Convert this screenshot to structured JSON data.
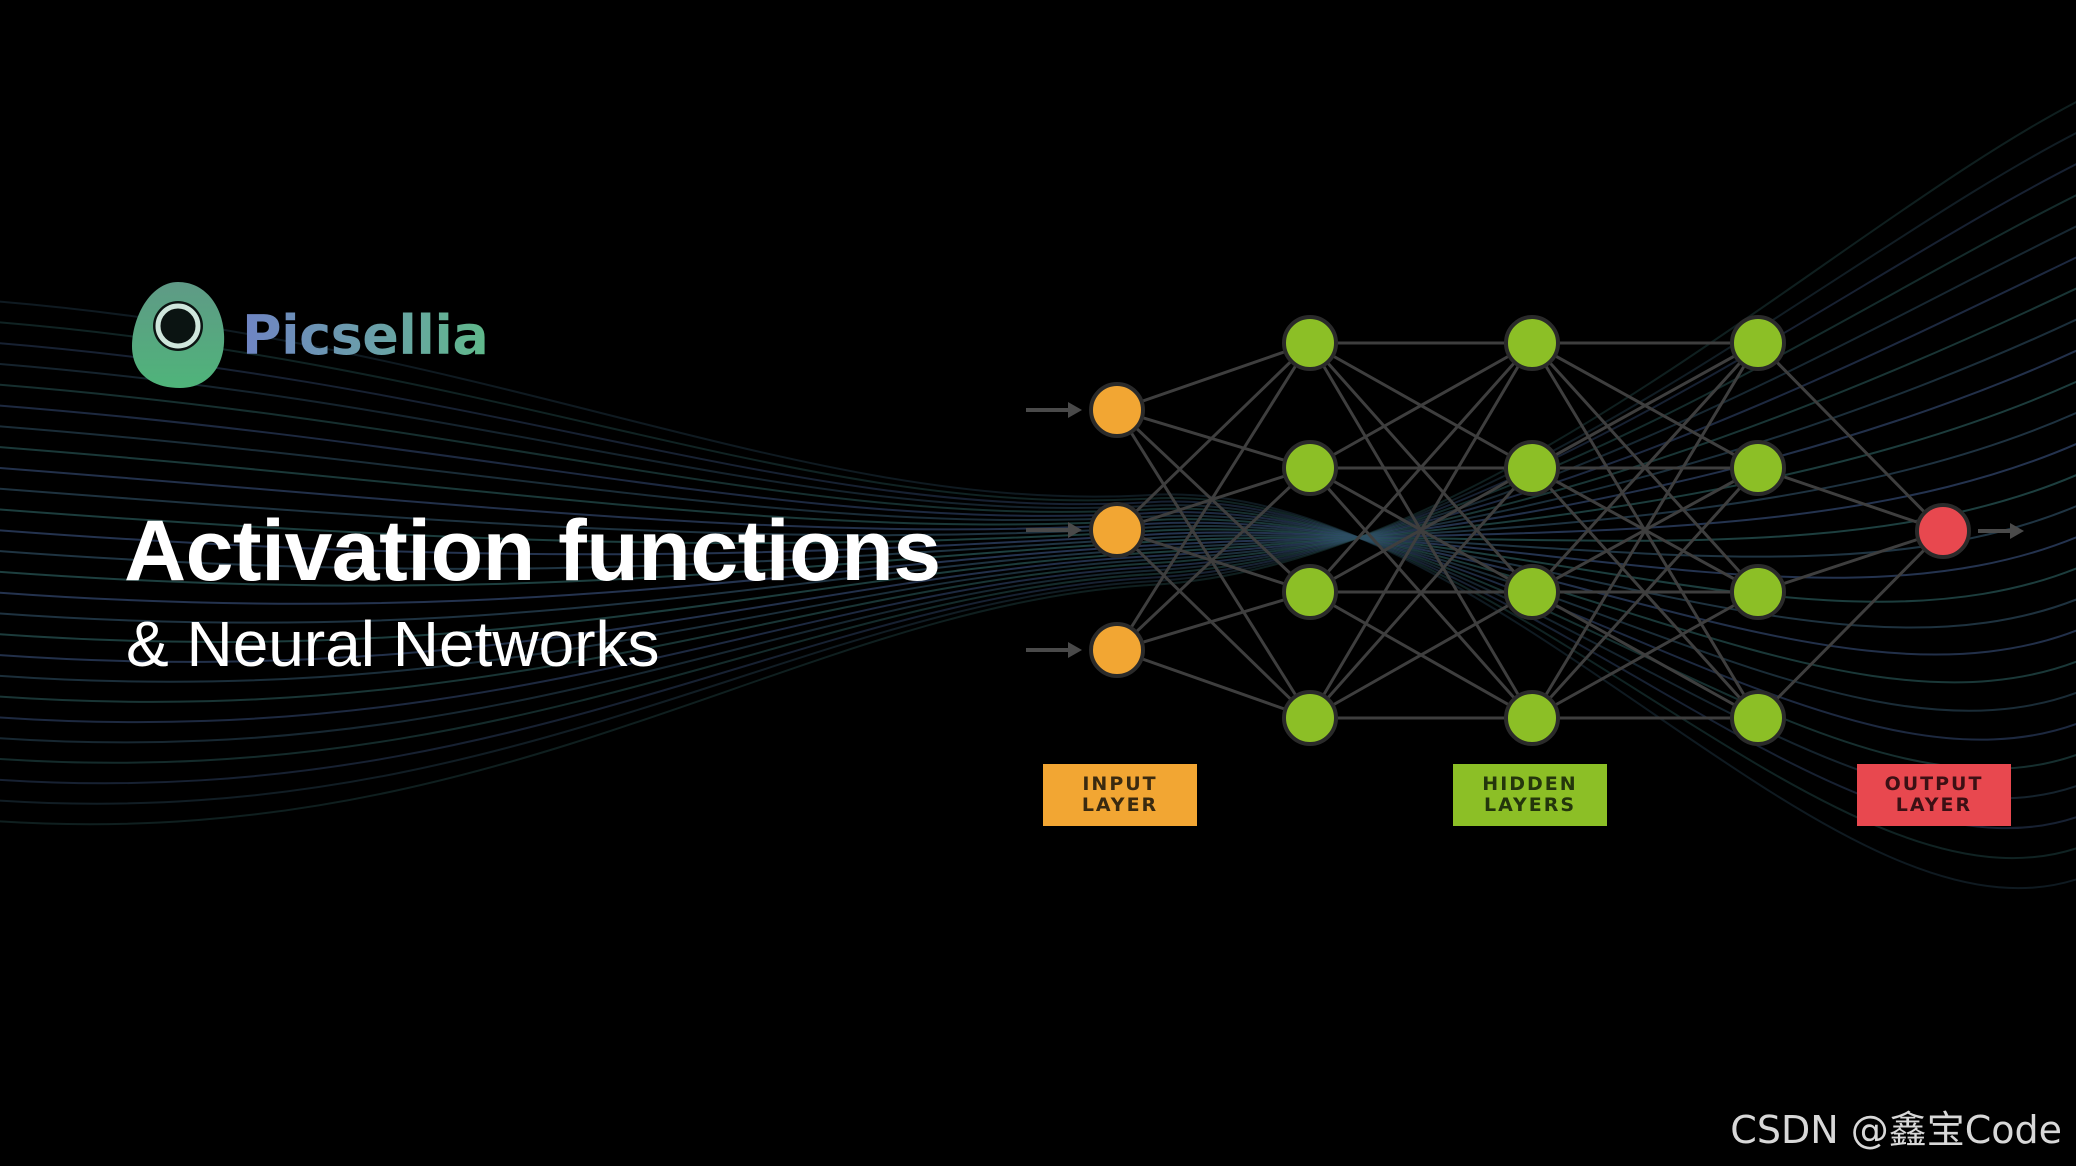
{
  "brand": {
    "name": "Picsellia",
    "logo_icon": "picsellia-logo-icon",
    "gradient_start": "#6f84c4",
    "gradient_end": "#5fb98a"
  },
  "title": "Activation functions",
  "subtitle": "& Neural Networks",
  "network": {
    "layers": [
      {
        "role": "input",
        "nodes": 3,
        "color": "#f2a633"
      },
      {
        "role": "hidden",
        "nodes": 4,
        "color": "#8cbf26"
      },
      {
        "role": "hidden",
        "nodes": 4,
        "color": "#8cbf26"
      },
      {
        "role": "hidden",
        "nodes": 4,
        "color": "#8cbf26"
      },
      {
        "role": "output",
        "nodes": 1,
        "color": "#e8484f"
      }
    ],
    "edge_color": "#3e3e3e",
    "arrow_color": "#4a4a4a",
    "labels": {
      "input": {
        "text": "INPUT\nLAYER",
        "color": "#f2a633"
      },
      "hidden": {
        "text": "HIDDEN\nLAYERS",
        "color": "#8cbf26"
      },
      "output": {
        "text": "OUTPUT\nLAYER",
        "color": "#e8484f"
      }
    }
  },
  "background": {
    "color": "#000000",
    "wave_colors": [
      "#2c4a5e",
      "#2a5a5a",
      "#344a72"
    ]
  },
  "watermark": "CSDN @鑫宝Code"
}
